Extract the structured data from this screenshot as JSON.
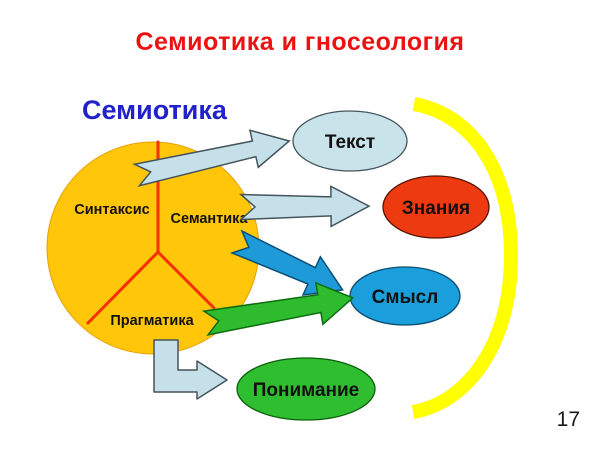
{
  "slide": {
    "title": "Семиотика и гносеология",
    "page_number": "17"
  },
  "colors": {
    "title": "#ee1111",
    "semiotics_label": "#2222cc",
    "circle_fill": "#ffc60a",
    "circle_stroke": "#e8a000",
    "divider_lines": "#f53000",
    "light_arrow_fill": "#c5e0e8",
    "light_arrow_stroke": "#44545c",
    "blue_arrow_fill": "#1e9ad8",
    "blue_arrow_stroke": "#0a4f78",
    "green_arrow_fill": "#2ebb2e",
    "green_arrow_stroke": "#0c6e0c",
    "bracket": "#ffff00"
  },
  "diagram": {
    "semiotics_label": "Семиотика",
    "sections": [
      {
        "label": "Синтаксис"
      },
      {
        "label": "Семантика"
      },
      {
        "label": "Прагматика"
      }
    ],
    "nodes": [
      {
        "label": "Текст",
        "fill": "#c9e3ea",
        "stroke": "#44545c"
      },
      {
        "label": "Знания",
        "fill": "#ee3a10",
        "stroke": "#551400"
      },
      {
        "label": "Смысл",
        "fill": "#1b9fdc",
        "stroke": "#0d4d70"
      },
      {
        "label": "Понимание",
        "fill": "#2fbe2f",
        "stroke": "#0b5e0b"
      }
    ]
  }
}
